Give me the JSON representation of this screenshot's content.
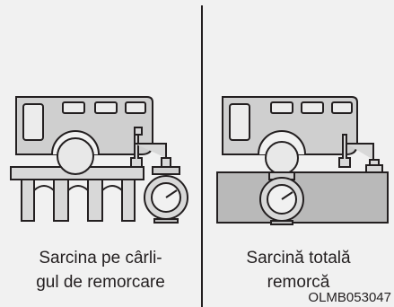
{
  "left_panel": {
    "caption_line1": "Sarcina pe cârli-",
    "caption_line2": "gul de remorcare"
  },
  "right_panel": {
    "caption_line1": "Sarcină totală",
    "caption_line2": "remorcă"
  },
  "figure_code": "OLMB053047",
  "colors": {
    "background": "#f1f1f1",
    "trailer_fill": "#cfcfcf",
    "stroke": "#231f20",
    "ground": "#b9b9b9"
  }
}
